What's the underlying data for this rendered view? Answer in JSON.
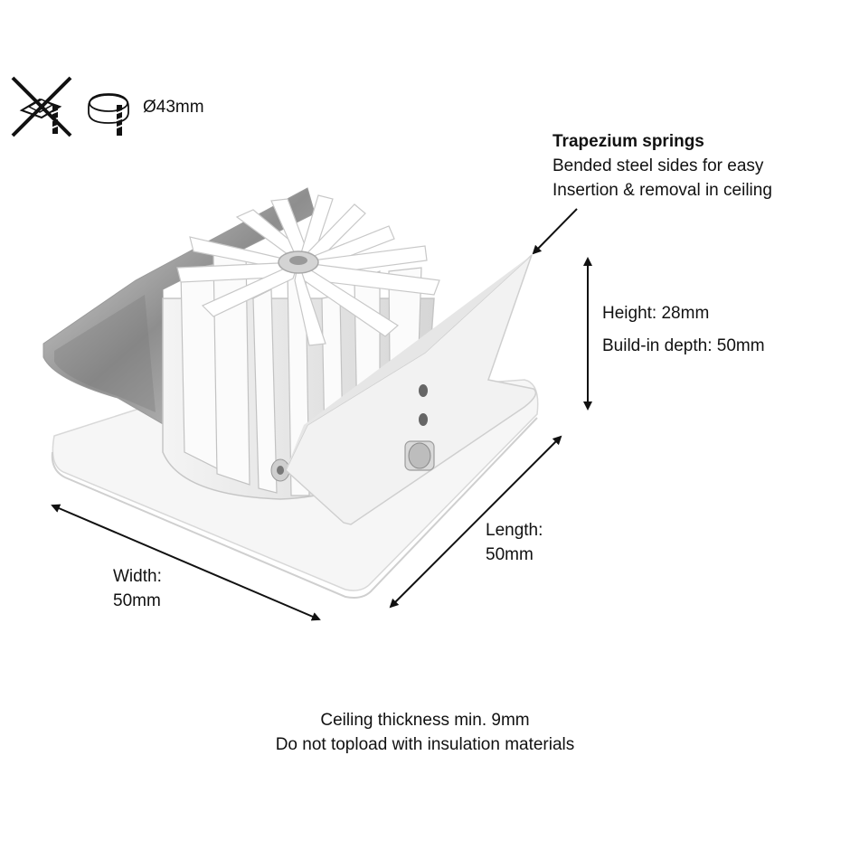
{
  "icons": {
    "no_insulation": "no-insulation-cover-icon",
    "cutout": "ceiling-cutout-icon",
    "cutout_label": "Ø43mm"
  },
  "springs": {
    "title": "Trapezium springs",
    "line1": "Bended steel sides for easy",
    "line2": "Insertion & removal in ceiling"
  },
  "dimensions": {
    "height": "Height: 28mm",
    "depth": "Build-in depth: 50mm",
    "length_label": "Length:",
    "length_value": "50mm",
    "width_label": "Width:",
    "width_value": "50mm"
  },
  "footer": {
    "line1": "Ceiling thickness min. 9mm",
    "line2": "Do not topload with insulation materials"
  }
}
